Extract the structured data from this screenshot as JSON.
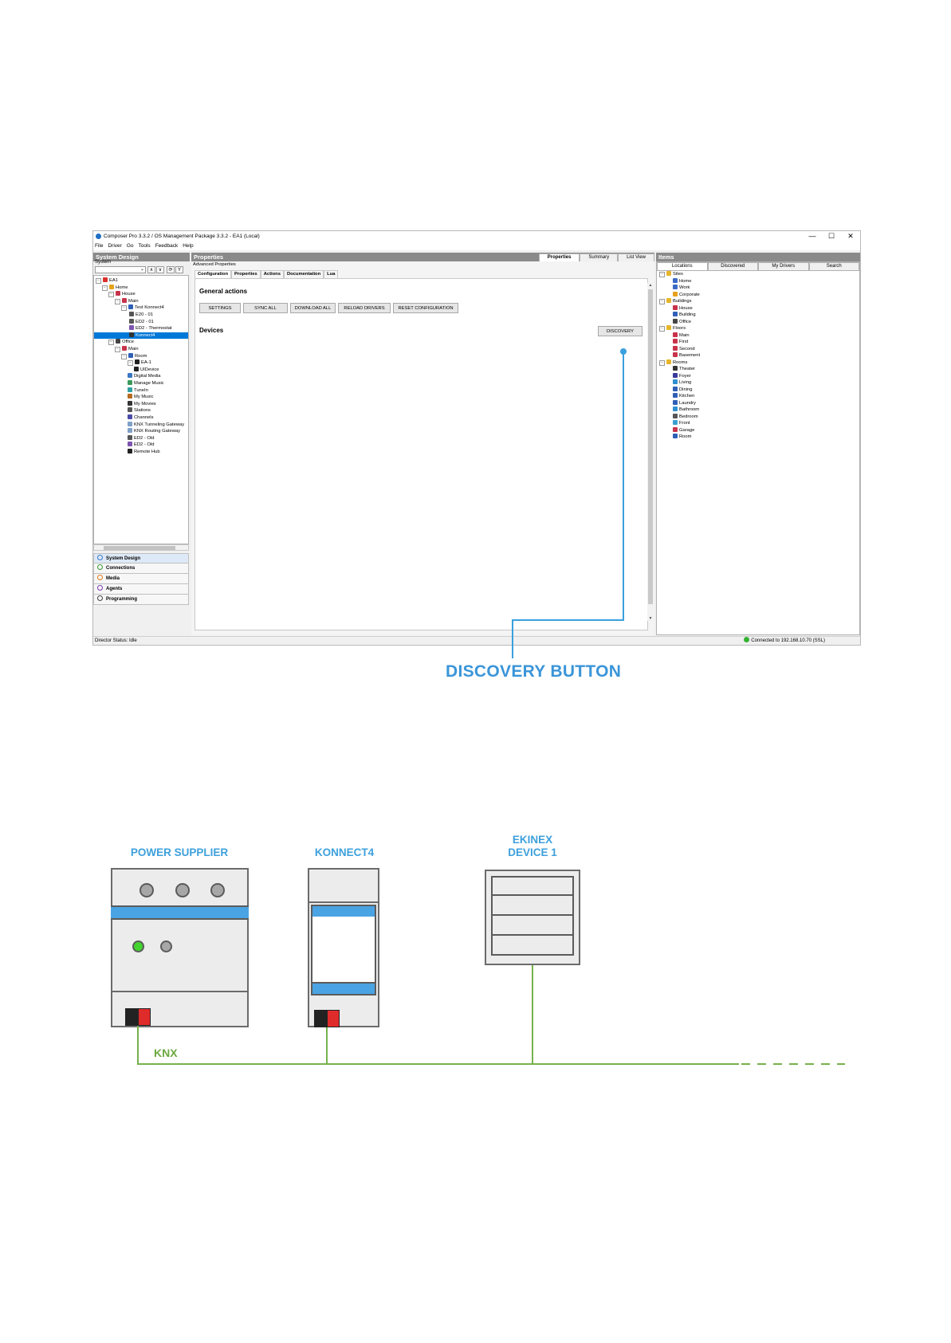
{
  "window": {
    "title": "Composer Pro 3.3.2 / OS Management Package 3.3.2 - EA1 (Local)",
    "controls": [
      "—",
      "☐",
      "✕"
    ],
    "menu": [
      "File",
      "Driver",
      "Go",
      "Tools",
      "Feedback",
      "Help"
    ]
  },
  "left": {
    "header": "System Design",
    "system_label": "System",
    "tree": [
      {
        "label": "EA1",
        "pm": "⊟",
        "icon": "#d9322d"
      },
      {
        "label": "Home",
        "pm": "⊟",
        "icon": "#e6a21a"
      },
      {
        "label": "House",
        "pm": "⊟",
        "icon": "#c8334a"
      },
      {
        "label": "Main",
        "pm": "⊟",
        "icon": "#c8334a"
      },
      {
        "label": "Test Konnect4",
        "pm": "⊟",
        "icon": "#2f5fb7"
      },
      {
        "label": "E20 - 01",
        "pm": "",
        "icon": "#555555"
      },
      {
        "label": "ED2 - 01",
        "pm": "",
        "icon": "#555555"
      },
      {
        "label": "ED2 - Thermostat",
        "pm": "",
        "icon": "#7c54b0"
      },
      {
        "label": "Konnect4",
        "pm": "",
        "icon": "#333333",
        "selected": true
      },
      {
        "label": "Office",
        "pm": "⊟",
        "icon": "#444444"
      },
      {
        "label": "Main",
        "pm": "⊟",
        "icon": "#c8334a"
      },
      {
        "label": "Room",
        "pm": "⊟",
        "icon": "#2f5fb7"
      },
      {
        "label": "EA-1",
        "pm": "⊟",
        "icon": "#222222"
      },
      {
        "label": "UIDevice",
        "pm": "",
        "icon": "#222222"
      },
      {
        "label": "Digital Media",
        "pm": "",
        "icon": "#3a78c4"
      },
      {
        "label": "Manage Music",
        "pm": "",
        "icon": "#3a9a5a"
      },
      {
        "label": "TuneIn",
        "pm": "",
        "icon": "#2fa0a0"
      },
      {
        "label": "My Music",
        "pm": "",
        "icon": "#b56a1f"
      },
      {
        "label": "My Movies",
        "pm": "",
        "icon": "#333333"
      },
      {
        "label": "Stations",
        "pm": "",
        "icon": "#555555"
      },
      {
        "label": "Channels",
        "pm": "",
        "icon": "#4a4aa8"
      },
      {
        "label": "KNX Tunneling Gateway",
        "pm": "",
        "icon": "#7fa1c8"
      },
      {
        "label": "KNX Routing Gateway",
        "pm": "",
        "icon": "#7fa1c8"
      },
      {
        "label": "ED2 - Old",
        "pm": "",
        "icon": "#555555"
      },
      {
        "label": "ED2 - Old",
        "pm": "",
        "icon": "#7c54b0"
      },
      {
        "label": "Remote Hub",
        "pm": "",
        "icon": "#222222"
      }
    ],
    "nav": [
      {
        "label": "System Design",
        "color": "#3a78c4"
      },
      {
        "label": "Connections",
        "color": "#3a9a3a"
      },
      {
        "label": "Media",
        "color": "#e07b1a"
      },
      {
        "label": "Agents",
        "color": "#7c3ab0"
      },
      {
        "label": "Programming",
        "color": "#444444"
      }
    ]
  },
  "center": {
    "header": "Properties",
    "view_tabs": [
      "Properties",
      "Summary",
      "List View"
    ],
    "advanced": "Advanced Properties",
    "subtabs": [
      "Configuration",
      "Properties",
      "Actions",
      "Documentation",
      "Lua"
    ],
    "general_actions": "General actions",
    "buttons": [
      "SETTINGS",
      "SYNC ALL",
      "DOWNLOAD ALL",
      "RELOAD DRIVERS",
      "RESET CONFIGURATION"
    ],
    "devices": "Devices",
    "discovery": "DISCOVERY"
  },
  "right": {
    "header": "Items",
    "tabs": [
      "Locations",
      "Discovered",
      "My Drivers",
      "Search"
    ],
    "tree": [
      {
        "label": "Sites",
        "level": 0,
        "icon": "#e6b52a"
      },
      {
        "label": "Home",
        "level": 1,
        "icon": "#3a6bc4"
      },
      {
        "label": "Work",
        "level": 1,
        "icon": "#3a6bc4"
      },
      {
        "label": "Corporate",
        "level": 1,
        "icon": "#e6a21a"
      },
      {
        "label": "Buildings",
        "level": 0,
        "icon": "#e6b52a"
      },
      {
        "label": "House",
        "level": 1,
        "icon": "#c8334a"
      },
      {
        "label": "Building",
        "level": 1,
        "icon": "#2f5fb7"
      },
      {
        "label": "Office",
        "level": 1,
        "icon": "#444444"
      },
      {
        "label": "Floors",
        "level": 0,
        "icon": "#e6b52a"
      },
      {
        "label": "Main",
        "level": 1,
        "icon": "#c8334a"
      },
      {
        "label": "First",
        "level": 1,
        "icon": "#c8334a"
      },
      {
        "label": "Second",
        "level": 1,
        "icon": "#c8334a"
      },
      {
        "label": "Basement",
        "level": 1,
        "icon": "#c8334a"
      },
      {
        "label": "Rooms",
        "level": 0,
        "icon": "#e6b52a"
      },
      {
        "label": "Theater",
        "level": 1,
        "icon": "#333333"
      },
      {
        "label": "Foyer",
        "level": 1,
        "icon": "#3a3a9a"
      },
      {
        "label": "Living",
        "level": 1,
        "icon": "#2f8fd0"
      },
      {
        "label": "Dining",
        "level": 1,
        "icon": "#2f5fb7"
      },
      {
        "label": "Kitchen",
        "level": 1,
        "icon": "#2f5fb7"
      },
      {
        "label": "Laundry",
        "level": 1,
        "icon": "#2f5fb7"
      },
      {
        "label": "Bathroom",
        "level": 1,
        "icon": "#2f8fd0"
      },
      {
        "label": "Bedroom",
        "level": 1,
        "icon": "#555555"
      },
      {
        "label": "Front",
        "level": 1,
        "icon": "#3aa0d0"
      },
      {
        "label": "Garage",
        "level": 1,
        "icon": "#c8334a"
      },
      {
        "label": "Room",
        "level": 1,
        "icon": "#2f5fb7"
      }
    ]
  },
  "status": {
    "left": "Director Status: Idle",
    "right": "Connected to 192.168.10.70 (SSL)"
  },
  "callout": "DISCOVERY BUTTON",
  "diagram": {
    "power_label": "POWER SUPPLIER",
    "konnect_label": "KONNECT4",
    "ekinex_line1": "EKINEX",
    "ekinex_line2": "DEVICE 1",
    "knx_label": "KNX"
  },
  "colors": {
    "accent_blue": "#3aa0de",
    "knx_green": "#76b24c",
    "led_green": "#43d32f",
    "terminal_red": "#e02b2b"
  }
}
